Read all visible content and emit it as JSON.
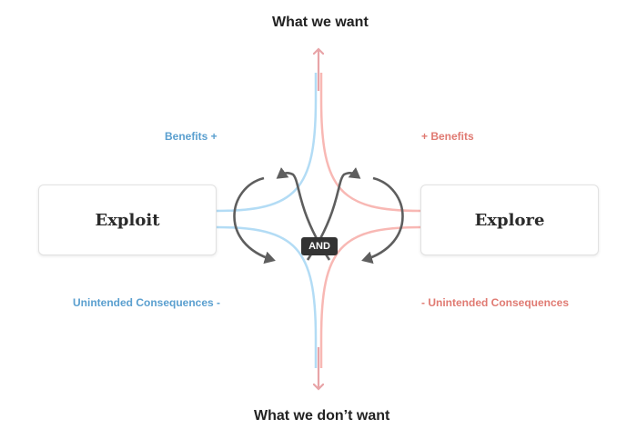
{
  "labels": {
    "top": "What we want",
    "bottom": "What we don’t want",
    "benefits_left": "Benefits +",
    "benefits_right": "+ Benefits",
    "consequences_left": "Unintended Consequences -",
    "consequences_right": "- Unintended Consequences"
  },
  "boxes": {
    "left": "Exploit",
    "right": "Explore"
  },
  "badge": "AND",
  "colors": {
    "blue": "#5a9fcf",
    "red": "#e07a72",
    "blue_curve": "#b3dcf5",
    "red_curve": "#f8b8b4",
    "arrow_axis": "#e8a4a7",
    "loop_arrows": "#5e5e5e",
    "text": "#222222"
  }
}
